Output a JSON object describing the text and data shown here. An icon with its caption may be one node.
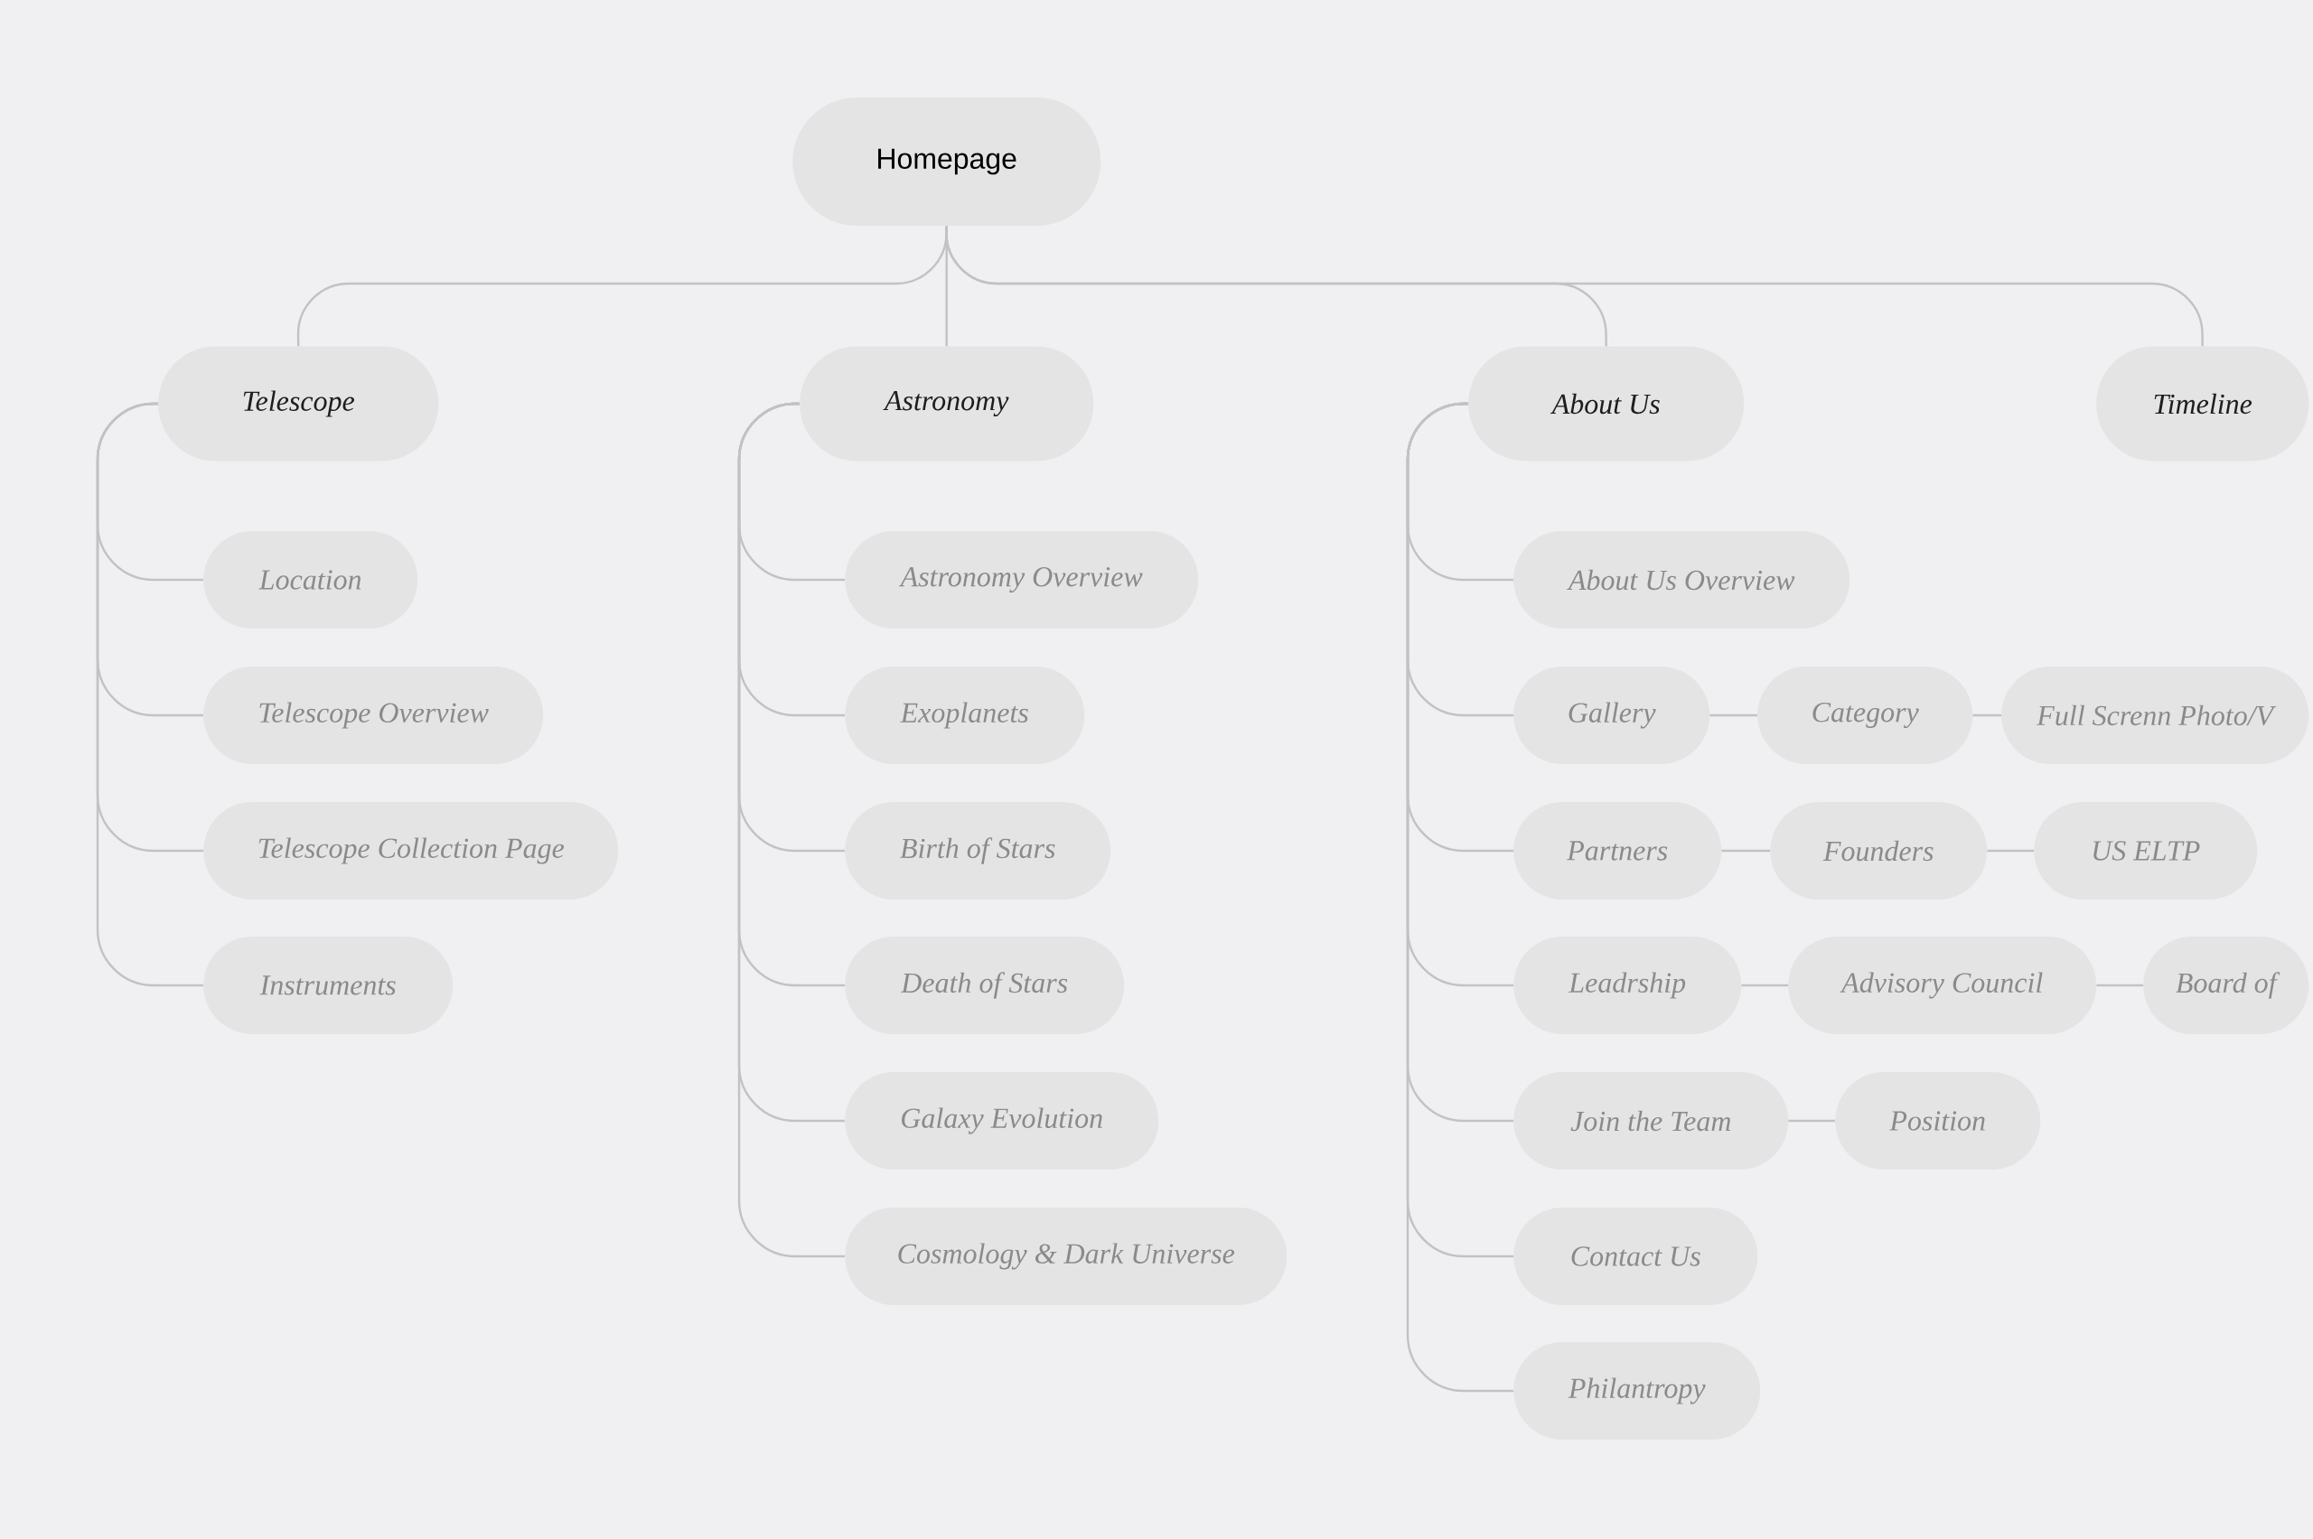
{
  "diagram": {
    "nodes": [
      {
        "text": [
          "Homepage"
        ]
      },
      {
        "text": [
          "Telescope"
        ]
      },
      {
        "text": [
          "Astronomy"
        ]
      },
      {
        "text": [
          "About Us"
        ]
      },
      {
        "text": [
          "Timeline"
        ]
      },
      {
        "text": [
          "Location"
        ]
      },
      {
        "text": [
          "Telescope Overview"
        ]
      },
      {
        "text": [
          "Telescope Collection Page"
        ]
      },
      {
        "text": [
          "Instruments"
        ]
      },
      {
        "text": [
          "Astronomy Overview"
        ]
      },
      {
        "text": [
          "Exoplanets"
        ]
      },
      {
        "text": [
          "Birth of Stars"
        ]
      },
      {
        "text": [
          "Death of Stars"
        ]
      },
      {
        "text": [
          "Galaxy Evolution"
        ]
      },
      {
        "text": [
          "Cosmology & Dark Universe"
        ]
      },
      {
        "text": [
          "About Us Overview"
        ]
      },
      {
        "text": [
          "Gallery"
        ]
      },
      {
        "text": [
          "Category"
        ]
      },
      {
        "text": [
          "Full Screnn Photo/V"
        ]
      },
      {
        "text": [
          "Partners"
        ]
      },
      {
        "text": [
          "Founders"
        ]
      },
      {
        "text": [
          "US ELTP"
        ]
      },
      {
        "text": [
          "Leadrship"
        ]
      },
      {
        "text": [
          "Advisory Council"
        ]
      },
      {
        "text": [
          "Board of"
        ]
      },
      {
        "text": [
          "Join the Team"
        ]
      },
      {
        "text": [
          "Position"
        ]
      },
      {
        "text": [
          "Contact Us"
        ]
      },
      {
        "text": [
          "Philantropy"
        ]
      }
    ],
    "edges": [
      {
        "from": 0,
        "to": 1,
        "arrow": "none"
      },
      {
        "from": 0,
        "to": 2,
        "arrow": "none"
      },
      {
        "from": 0,
        "to": 3,
        "arrow": "none"
      },
      {
        "from": 0,
        "to": 4,
        "arrow": "none"
      },
      {
        "from": 1,
        "to": 5,
        "arrow": "none"
      },
      {
        "from": 1,
        "to": 6,
        "arrow": "none"
      },
      {
        "from": 1,
        "to": 7,
        "arrow": "none"
      },
      {
        "from": 1,
        "to": 8,
        "arrow": "none"
      },
      {
        "from": 2,
        "to": 9,
        "arrow": "none"
      },
      {
        "from": 2,
        "to": 10,
        "arrow": "none"
      },
      {
        "from": 2,
        "to": 11,
        "arrow": "none"
      },
      {
        "from": 2,
        "to": 12,
        "arrow": "none"
      },
      {
        "from": 2,
        "to": 13,
        "arrow": "none"
      },
      {
        "from": 2,
        "to": 14,
        "arrow": "none"
      },
      {
        "from": 3,
        "to": 15,
        "arrow": "none"
      },
      {
        "from": 3,
        "to": 16,
        "arrow": "none"
      },
      {
        "from": 3,
        "to": 19,
        "arrow": "none"
      },
      {
        "from": 3,
        "to": 22,
        "arrow": "none"
      },
      {
        "from": 3,
        "to": 25,
        "arrow": "none"
      },
      {
        "from": 3,
        "to": 27,
        "arrow": "none"
      },
      {
        "from": 3,
        "to": 28,
        "arrow": "none"
      },
      {
        "from": 16,
        "to": 17,
        "arrow": "none"
      },
      {
        "from": 17,
        "to": 18,
        "arrow": "none"
      },
      {
        "from": 19,
        "to": 20,
        "arrow": "none"
      },
      {
        "from": 20,
        "to": 21,
        "arrow": "none"
      },
      {
        "from": 22,
        "to": 23,
        "arrow": "none"
      },
      {
        "from": 23,
        "to": 24,
        "arrow": "none"
      },
      {
        "from": 25,
        "to": 26,
        "arrow": "none"
      }
    ]
  }
}
